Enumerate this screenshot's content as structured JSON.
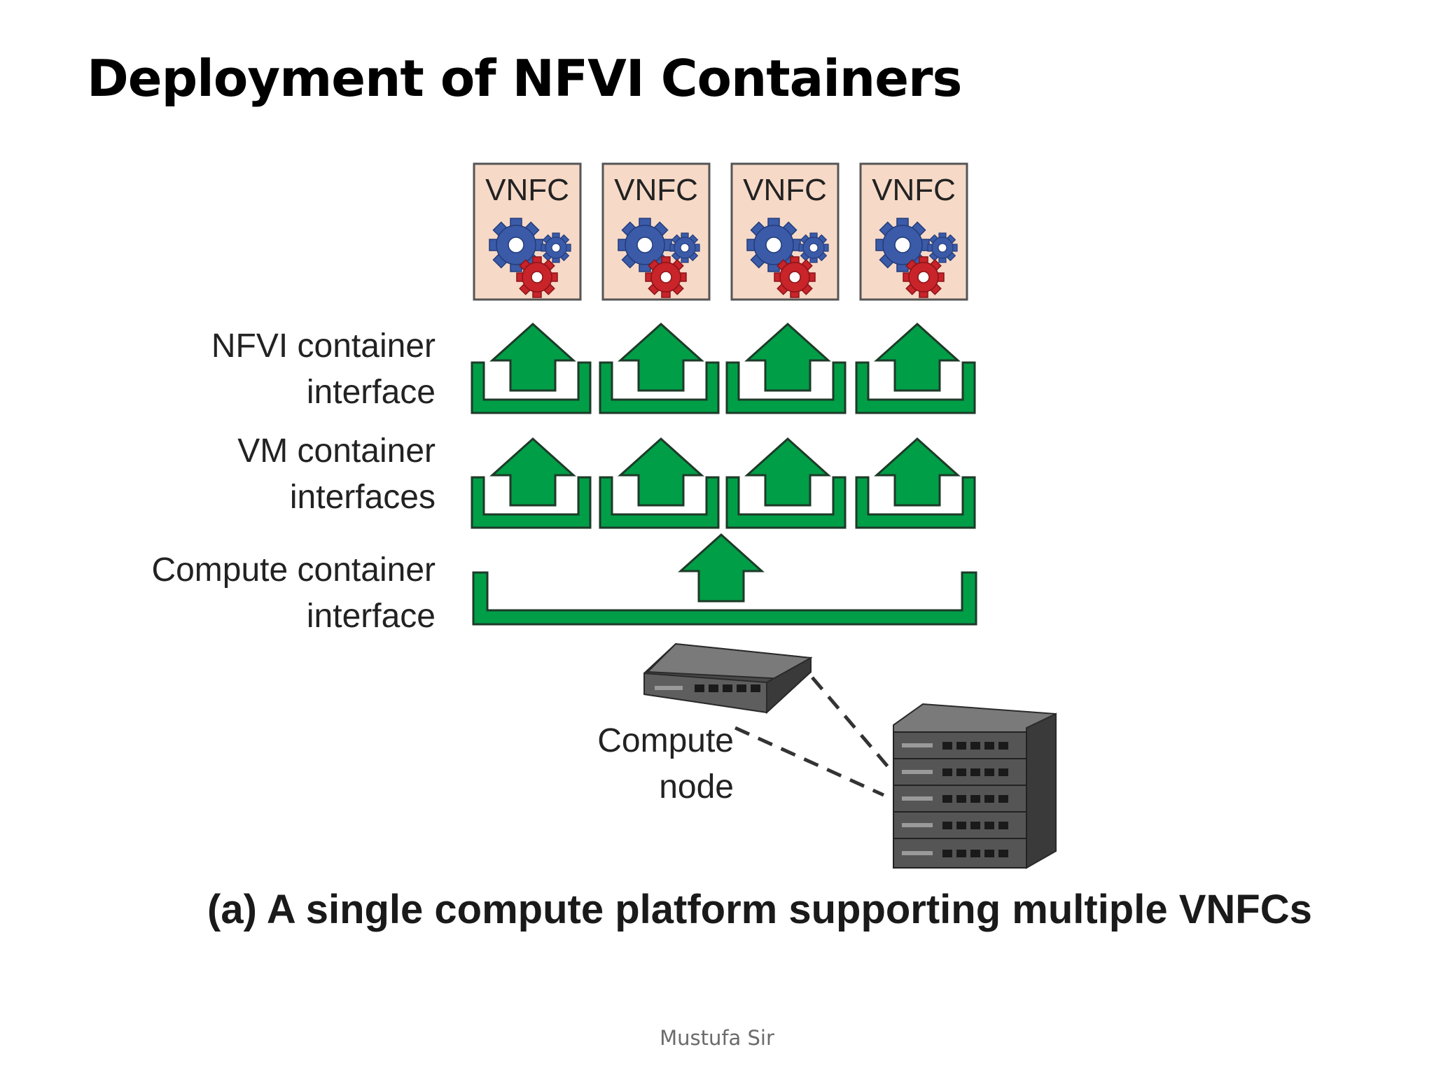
{
  "title": "Deployment of NFVI Containers",
  "vnfcs": [
    "VNFC",
    "VNFC",
    "VNFC",
    "VNFC"
  ],
  "layers": {
    "nfvi": [
      "NFVI container",
      "interface"
    ],
    "vm": [
      "VM container",
      "interfaces"
    ],
    "compute": [
      "Compute container",
      "interface"
    ]
  },
  "compute_node": [
    "Compute",
    "node"
  ],
  "caption": "(a) A single compute platform supporting multiple VNFCs",
  "footer": "Mustufa Sir",
  "colors": {
    "arrow_green": "#009e47",
    "outline_dark": "#1e3a28",
    "vnfc_fill": "#f6d9c7",
    "gear_blue": "#3b5ba9",
    "gear_red": "#c8242a"
  }
}
